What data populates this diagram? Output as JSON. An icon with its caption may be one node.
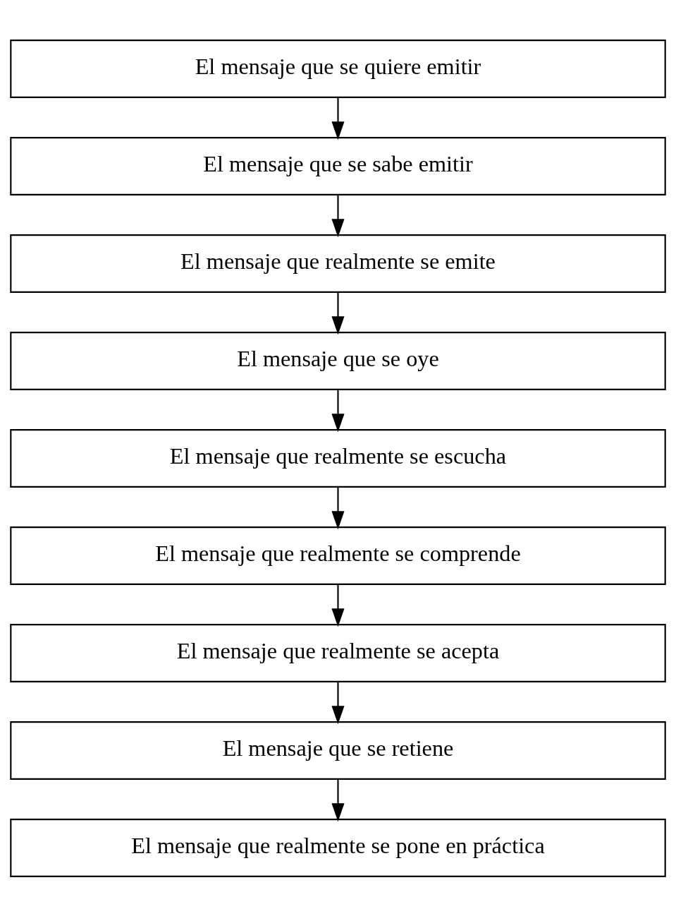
{
  "diagram": {
    "nodes": [
      {
        "text": [
          "El mensaje que se quiere emitir"
        ]
      },
      {
        "text": [
          "El mensaje que se sabe emitir"
        ]
      },
      {
        "text": [
          "El mensaje que realmente se emite"
        ]
      },
      {
        "text": [
          "El mensaje que se oye"
        ]
      },
      {
        "text": [
          "El mensaje que realmente se escucha"
        ]
      },
      {
        "text": [
          "El mensaje que realmente se comprende"
        ]
      },
      {
        "text": [
          "El mensaje que realmente se acepta"
        ]
      },
      {
        "text": [
          "El mensaje que se retiene"
        ]
      },
      {
        "text": [
          "El mensaje que realmente se pone en práctica"
        ]
      }
    ],
    "edges": [
      {
        "from": 0,
        "to": 1,
        "arrow": "to"
      },
      {
        "from": 1,
        "to": 2,
        "arrow": "to"
      },
      {
        "from": 2,
        "to": 3,
        "arrow": "to"
      },
      {
        "from": 3,
        "to": 4,
        "arrow": "to"
      },
      {
        "from": 4,
        "to": 5,
        "arrow": "to"
      },
      {
        "from": 5,
        "to": 6,
        "arrow": "to"
      },
      {
        "from": 6,
        "to": 7,
        "arrow": "to"
      },
      {
        "from": 7,
        "to": 8,
        "arrow": "to"
      }
    ]
  }
}
